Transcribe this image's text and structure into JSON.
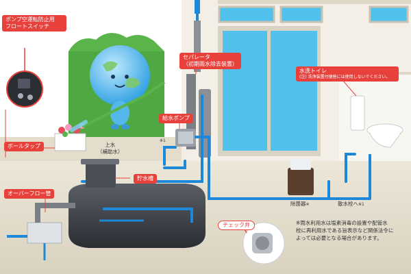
{
  "labels": {
    "float_switch": "ポンプ空運転防止用\nフロートスイッチ",
    "ball_tap": "ボールタップ",
    "overflow_pipe": "オーバーフロー管",
    "upper_water": "上水\n（補助水）",
    "tank": "貯水槽",
    "separator": "セパレータ\n（初期雨水除去装置）",
    "feed_pump": "給水ポンプ",
    "flush_toilet": "水洗トイレ",
    "toilet_note": "(注) 洗浄装置付便座には使用しないでください。",
    "sterilizer": "除菌器",
    "sterilizer_mark": "※",
    "sprinkler": "散水栓へ",
    "sprinkler_mark": "※1",
    "pump_mark": "※1",
    "check_valve": "チェック弁",
    "footnote": "※雨水利用水は塩素消毒の設置や配管水\n栓に再利用水である旨表示など関係法令に\nよっては必要となる場合があります。"
  },
  "colors": {
    "accent_red": "#e8413c",
    "water_blue": "#1e88d8",
    "tank_dark": "#3b3f46",
    "wall": "#f1ede4",
    "glass": "#4fc1ec"
  },
  "icons": [
    "rain-drop-mascot-icon",
    "float-switch-icon",
    "check-valve-icon",
    "toilet-icon",
    "sterilizer-icon"
  ]
}
